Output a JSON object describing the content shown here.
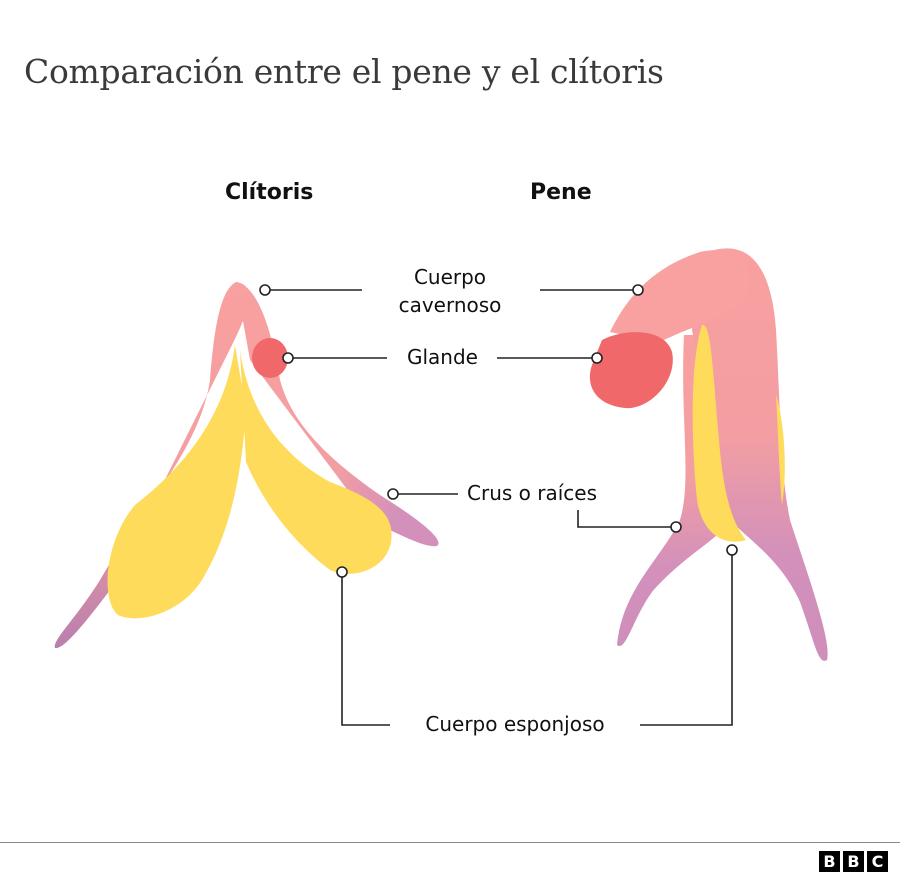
{
  "title": "Comparación entre el pene y el clítoris",
  "headings": {
    "clitoris": "Clítoris",
    "pene": "Pene"
  },
  "labels": {
    "cuerpo_cavernoso_1": "Cuerpo",
    "cuerpo_cavernoso_2": "cavernoso",
    "glande": "Glande",
    "crus": "Crus o raíces",
    "cuerpo_esponjoso": "Cuerpo esponjoso"
  },
  "logo": {
    "letters": [
      "B",
      "B",
      "C"
    ]
  },
  "colors": {
    "cavernoso": "#f9a0a0",
    "crus": "#cf8fbb",
    "esponjoso": "#ffdb5c",
    "glande": "#f0686a"
  }
}
